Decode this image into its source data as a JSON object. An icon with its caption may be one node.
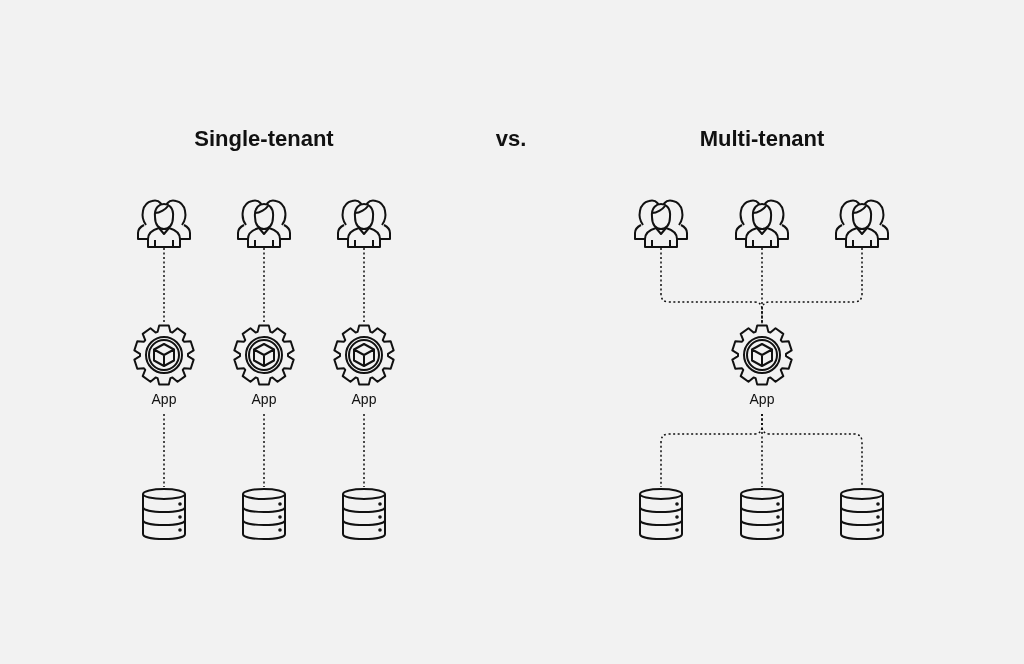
{
  "diagram": {
    "nodes": [
      {
        "text": [],
        "shape": "person"
      },
      {
        "text": [],
        "shape": "person"
      },
      {
        "text": [],
        "shape": "person"
      },
      {
        "text": [
          "App"
        ]
      },
      {
        "text": [
          "App"
        ]
      },
      {
        "text": [
          "App"
        ]
      },
      {
        "text": [],
        "shape": "cylinder"
      },
      {
        "text": [],
        "shape": "cylinder"
      },
      {
        "text": [],
        "shape": "cylinder"
      },
      {
        "text": [],
        "shape": "person"
      },
      {
        "text": [],
        "shape": "person"
      },
      {
        "text": [],
        "shape": "person"
      },
      {
        "text": [
          "App"
        ]
      },
      {
        "text": [],
        "shape": "cylinder"
      },
      {
        "text": [],
        "shape": "cylinder"
      },
      {
        "text": [],
        "shape": "cylinder"
      }
    ],
    "edges": [
      {
        "from": 0,
        "to": 3,
        "arrow": "none",
        "style": "dashed"
      },
      {
        "from": 3,
        "to": 6,
        "arrow": "none",
        "style": "dashed"
      },
      {
        "from": 1,
        "to": 4,
        "arrow": "none",
        "style": "dashed"
      },
      {
        "from": 4,
        "to": 7,
        "arrow": "none",
        "style": "dashed"
      },
      {
        "from": 2,
        "to": 5,
        "arrow": "none",
        "style": "dashed"
      },
      {
        "from": 5,
        "to": 8,
        "arrow": "none",
        "style": "dashed"
      },
      {
        "from": 9,
        "to": 12,
        "arrow": "none",
        "style": "dashed"
      },
      {
        "from": 10,
        "to": 12,
        "arrow": "none",
        "style": "dashed"
      },
      {
        "from": 11,
        "to": 12,
        "arrow": "none",
        "style": "dashed"
      },
      {
        "from": 12,
        "to": 13,
        "arrow": "none",
        "style": "dashed"
      },
      {
        "from": 12,
        "to": 14,
        "arrow": "none",
        "style": "dashed"
      },
      {
        "from": 12,
        "to": 15,
        "arrow": "none",
        "style": "dashed"
      }
    ],
    "labels": [
      "Single-tenant",
      "vs.",
      "Multi-tenant"
    ]
  }
}
